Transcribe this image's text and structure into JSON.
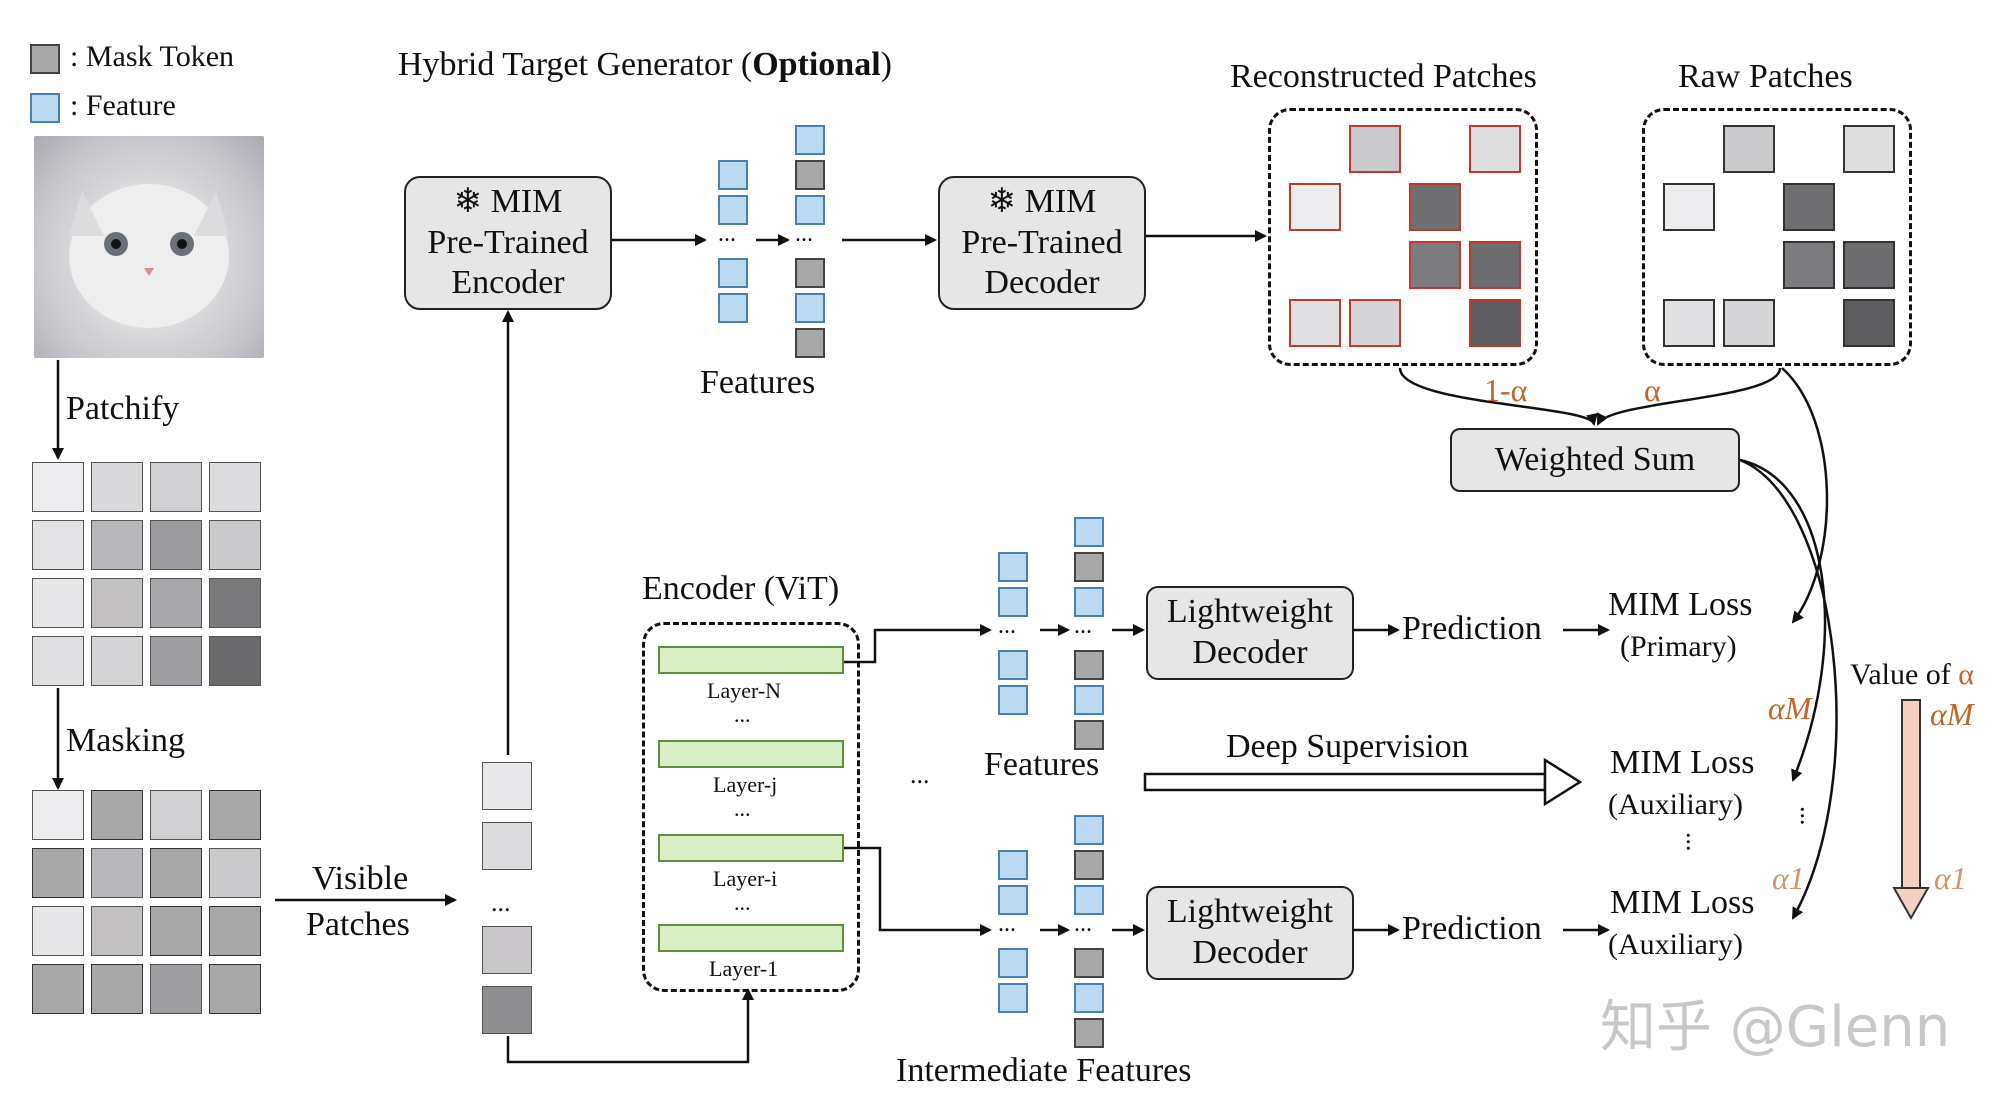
{
  "legend": {
    "mask_token_label": ": Mask Token",
    "feature_label": ": Feature"
  },
  "left_pipeline": {
    "patchify_label": "Patchify",
    "masking_label": "Masking",
    "visible_patches_label_1": "Visible",
    "visible_patches_label_2": "Patches",
    "ellipsis": "..."
  },
  "hybrid_generator": {
    "title_prefix": "Hybrid Target Generator (",
    "title_bold": "Optional",
    "title_suffix": ")",
    "encoder_box": {
      "line1": "MIM",
      "line2": "Pre-Trained",
      "line3": "Encoder",
      "icon": "snowflake-icon"
    },
    "decoder_box": {
      "line1": "MIM",
      "line2": "Pre-Trained",
      "line3": "Decoder",
      "icon": "snowflake-icon"
    },
    "features_label": "Features",
    "reconstructed_label": "Reconstructed Patches",
    "raw_label": "Raw Patches",
    "one_minus_alpha": "1-α",
    "alpha": "α",
    "weighted_sum_label": "Weighted Sum"
  },
  "encoder": {
    "title": "Encoder (ViT)",
    "layers": [
      "Layer-N",
      "Layer-j",
      "Layer-i",
      "Layer-1"
    ],
    "ellipsis": "..."
  },
  "top_branch": {
    "decoder_line1": "Lightweight",
    "decoder_line2": "Decoder",
    "prediction_label": "Prediction",
    "loss_line1": "MIM Loss",
    "loss_line2": "(Primary)",
    "alpha_label": "αM"
  },
  "middle": {
    "features_label": "Features",
    "deep_supervision_label": "Deep Supervision",
    "loss_line1": "MIM Loss",
    "loss_line2": "(Auxiliary)",
    "ellipsis": "..."
  },
  "bottom_branch": {
    "decoder_line1": "Lightweight",
    "decoder_line2": "Decoder",
    "prediction_label": "Prediction",
    "loss_line1": "MIM Loss",
    "loss_line2": "(Auxiliary)",
    "alpha_label": "α1",
    "features_label": "Intermediate Features"
  },
  "alpha_scale": {
    "title_prefix": "Value of ",
    "title_alpha": "α",
    "top_label": "αM",
    "bottom_label": "α1"
  },
  "watermark": "知乎 @Glenn",
  "colors": {
    "panel_bg": "#fbefd4",
    "feature_token": "#bcd9f2",
    "mask_token": "#a7a7a7",
    "layer_fill": "#d9efc6",
    "alpha_text": "#c0662a",
    "arrow_scale": "#f2c9bb"
  }
}
